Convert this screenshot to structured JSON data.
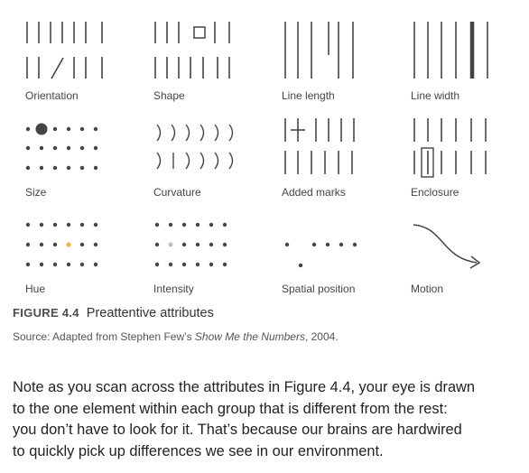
{
  "figure": {
    "cells": [
      {
        "id": "orientation",
        "label": "Orientation"
      },
      {
        "id": "shape",
        "label": "Shape"
      },
      {
        "id": "line-length",
        "label": "Line length"
      },
      {
        "id": "line-width",
        "label": "Line width"
      },
      {
        "id": "size",
        "label": "Size"
      },
      {
        "id": "curvature",
        "label": "Curvature"
      },
      {
        "id": "added-marks",
        "label": "Added marks"
      },
      {
        "id": "enclosure",
        "label": "Enclosure"
      },
      {
        "id": "hue",
        "label": "Hue"
      },
      {
        "id": "intensity",
        "label": "Intensity"
      },
      {
        "id": "spatial-position",
        "label": "Spatial position"
      },
      {
        "id": "motion",
        "label": "Motion"
      }
    ],
    "colors": {
      "mark": "#444444",
      "hue_highlight": "#e8b83a",
      "intensity_highlight": "#bdbdbd"
    }
  },
  "caption": {
    "figure_number": "FIGURE 4.4",
    "title": "Preattentive attributes"
  },
  "source": {
    "prefix": "Source: Adapted from Stephen Few’s ",
    "book": "Show Me the Numbers",
    "suffix": ", 2004."
  },
  "note_lines": [
    "Note as you scan across the attributes in Figure 4.4, your eye is drawn",
    "to the one element within each group that is different from the rest:",
    "you don’t have to look for it. That’s because our brains are hardwired",
    "to quickly pick up differences we see in our environment."
  ]
}
